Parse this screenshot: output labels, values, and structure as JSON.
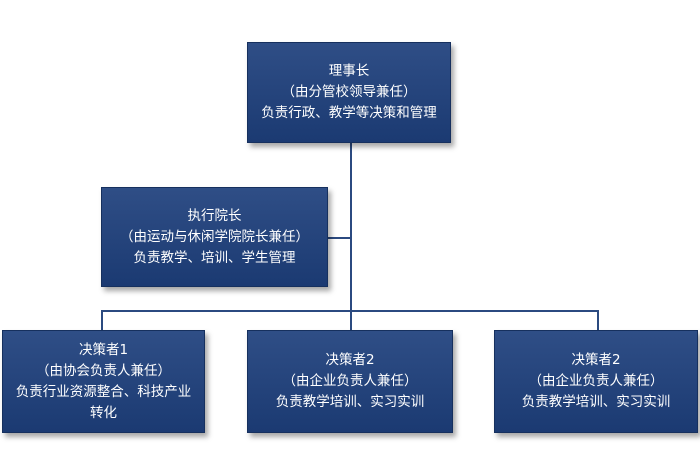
{
  "nodes": {
    "chairman": {
      "title": "理事长",
      "appointment": "（由分管校领导兼任）",
      "duty": "负责行政、教学等决策和管理"
    },
    "executive_dean": {
      "title": "执行院长",
      "appointment": "（由运动与休闲学院院长兼任）",
      "duty": "负责教学、培训、学生管理"
    },
    "decision_maker_1": {
      "title": "决策者1",
      "appointment": "（由协会负责人兼任）",
      "duty": "负责行业资源整合、科技产业转化"
    },
    "decision_maker_2a": {
      "title": "决策者2",
      "appointment": "（由企业负责人兼任）",
      "duty": "负责教学培训、实习实训"
    },
    "decision_maker_2b": {
      "title": "决策者2",
      "appointment": "（由企业负责人兼任）",
      "duty": "负责教学培训、实习实训"
    }
  }
}
